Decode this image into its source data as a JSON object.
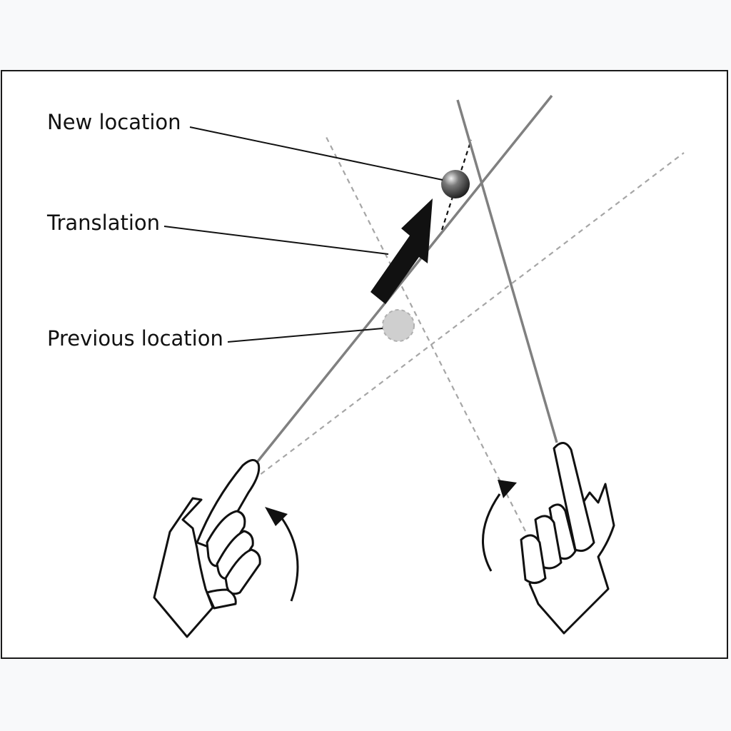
{
  "labels": {
    "new_location": "New location",
    "translation": "Translation",
    "previous_location": "Previous location"
  },
  "colors": {
    "ray": "#808080",
    "dashed_ray": "#a6a6a6",
    "leader": "#111111",
    "arrow": "#111111",
    "previous_marker": "#cfcfcf",
    "new_marker": "#3a3a3a"
  },
  "icons": {
    "left_hand": "pointing-hand-icon",
    "right_hand": "pointing-hand-icon",
    "left_rotation": "curved-arrow-icon",
    "right_rotation": "curved-arrow-icon"
  }
}
